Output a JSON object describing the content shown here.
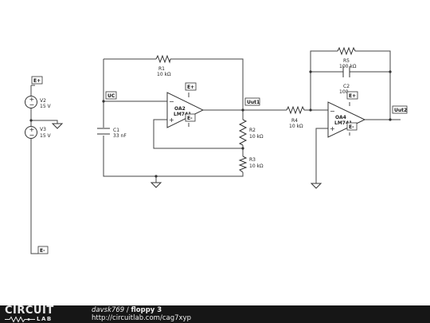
{
  "components": {
    "V2": {
      "name": "V2",
      "value": "15 V"
    },
    "V3": {
      "name": "V3",
      "value": "15 V"
    },
    "R1": {
      "name": "R1",
      "value": "10 kΩ"
    },
    "R2": {
      "name": "R2",
      "value": "10 kΩ"
    },
    "R3": {
      "name": "R3",
      "value": "10 kΩ"
    },
    "R4": {
      "name": "R4",
      "value": "10 kΩ"
    },
    "R5": {
      "name": "R5",
      "value": "100 kΩ"
    },
    "C1": {
      "name": "C1",
      "value": "33 nF"
    },
    "C2": {
      "name": "C2",
      "value": "100"
    },
    "OA2": {
      "name": "OA2",
      "model": "LM741"
    },
    "OA4": {
      "name": "OA4",
      "model": "LM741"
    }
  },
  "signs": {
    "plus": "+",
    "minus": "−"
  },
  "net_tags": {
    "e_plus": "E+",
    "e_minus": "E-",
    "uc": "UC",
    "uut1": "Uut1",
    "uut2": "Uut2"
  },
  "footer": {
    "logo_main": "CIRCUIT",
    "logo_sub": "LAB",
    "author": "davsk769",
    "separator": " / ",
    "project": "floppy 3",
    "url": "http://circuitlab.com/cag7xyp"
  }
}
